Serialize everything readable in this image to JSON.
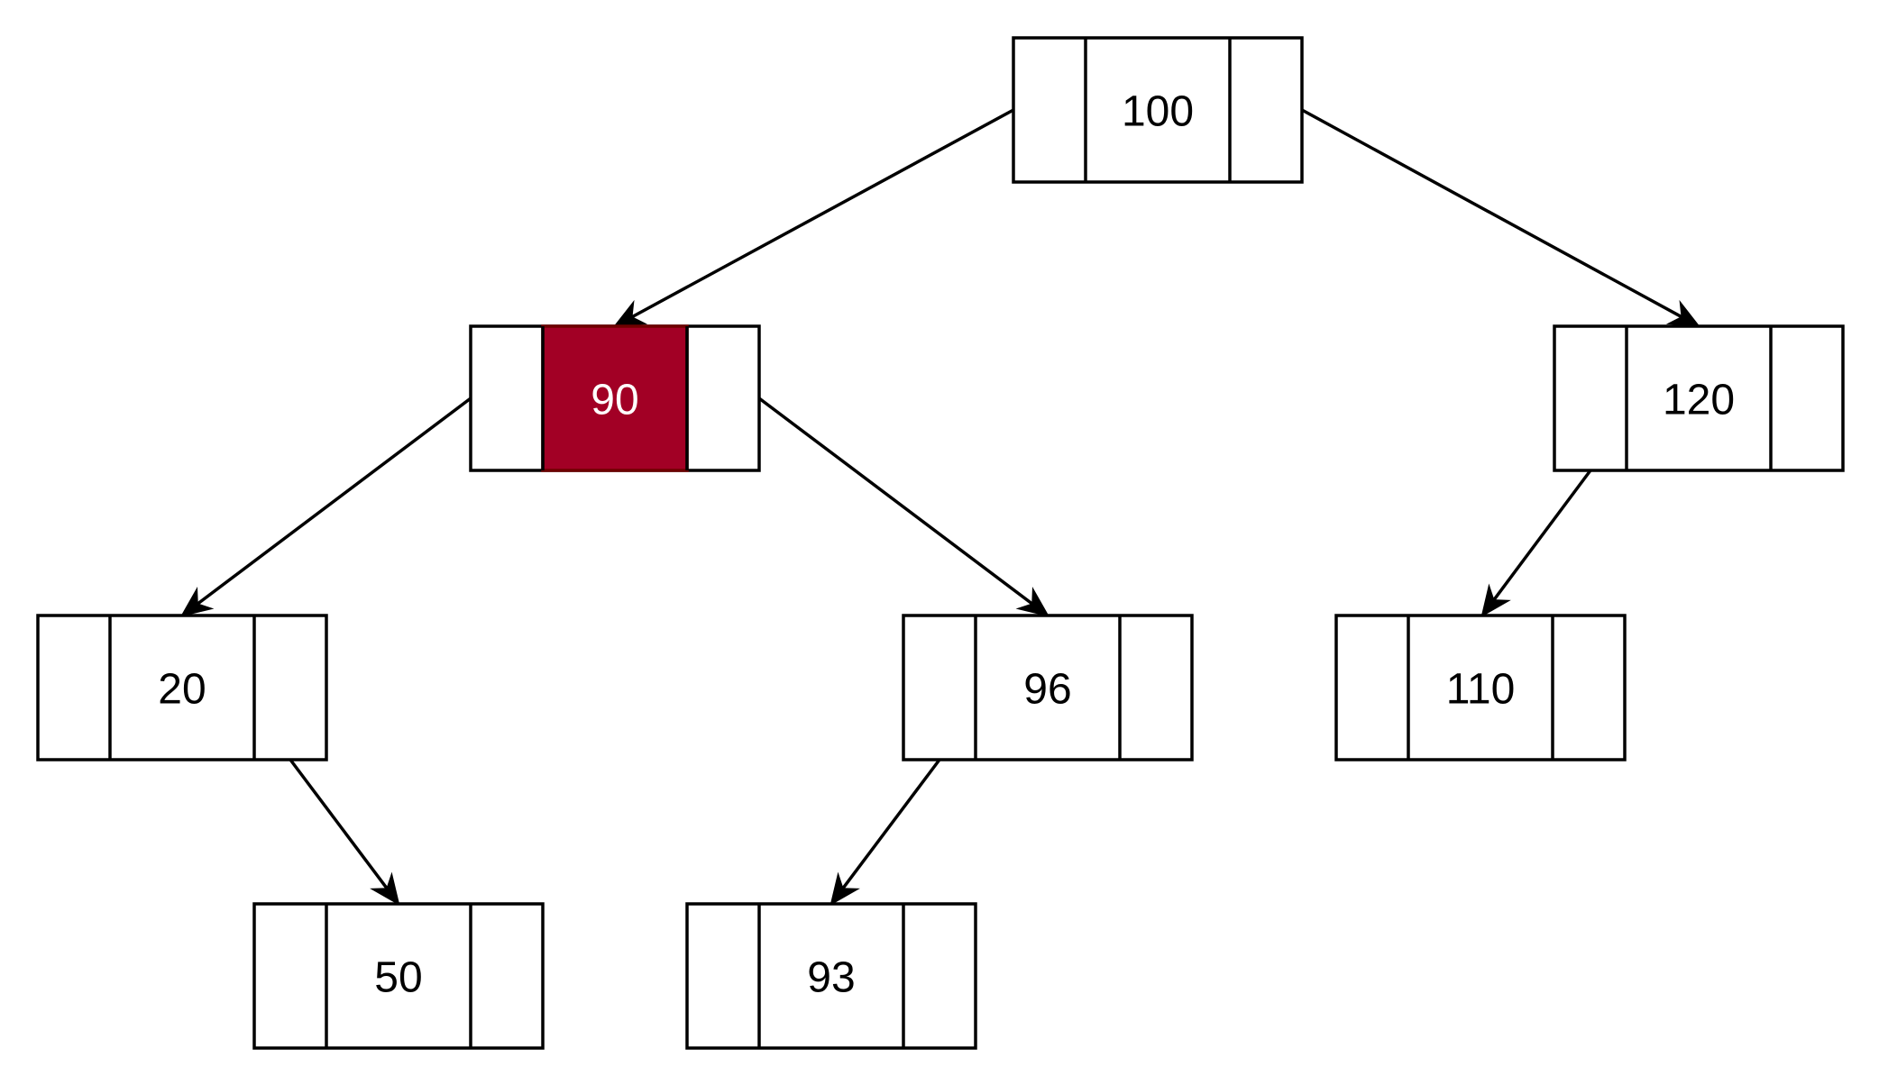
{
  "diagram": {
    "type": "binary-search-tree",
    "highlight_color": "#a20025",
    "highlight_text_color": "#ffffff",
    "text_color": "#000000",
    "nodes": [
      {
        "id": "n100",
        "value": "100",
        "highlighted": false
      },
      {
        "id": "n90",
        "value": "90",
        "highlighted": true
      },
      {
        "id": "n120",
        "value": "120",
        "highlighted": false
      },
      {
        "id": "n20",
        "value": "20",
        "highlighted": false
      },
      {
        "id": "n96",
        "value": "96",
        "highlighted": false
      },
      {
        "id": "n110",
        "value": "110",
        "highlighted": false
      },
      {
        "id": "n50",
        "value": "50",
        "highlighted": false
      },
      {
        "id": "n93",
        "value": "93",
        "highlighted": false
      }
    ],
    "edges": [
      {
        "from": "n100",
        "to": "n90"
      },
      {
        "from": "n100",
        "to": "n120"
      },
      {
        "from": "n90",
        "to": "n20"
      },
      {
        "from": "n90",
        "to": "n96"
      },
      {
        "from": "n120",
        "to": "n110"
      },
      {
        "from": "n20",
        "to": "n50"
      },
      {
        "from": "n96",
        "to": "n93"
      }
    ]
  }
}
